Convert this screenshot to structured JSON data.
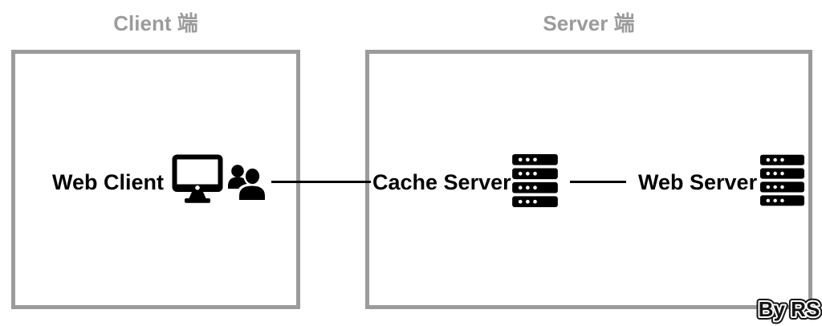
{
  "panels": {
    "client": {
      "title": "Client 端"
    },
    "server": {
      "title": "Server 端"
    }
  },
  "nodes": {
    "web_client": {
      "label": "Web Client",
      "icons": [
        "desktop-monitor-icon",
        "users-icon"
      ]
    },
    "cache_server": {
      "label": "Cache Server",
      "icons": [
        "server-rack-icon"
      ]
    },
    "web_server": {
      "label": "Web Server",
      "icons": [
        "server-rack-icon"
      ]
    }
  },
  "connectors": [
    {
      "from": "web_client",
      "to": "cache_server"
    },
    {
      "from": "cache_server",
      "to": "web_server"
    }
  ],
  "watermark": "By RS",
  "colors": {
    "background": "#ffffff",
    "panel_border": "#9b9b9b",
    "panel_title": "#9b9b9b",
    "node_label": "#000000",
    "icon_fill": "#000000",
    "connector": "#000000"
  }
}
